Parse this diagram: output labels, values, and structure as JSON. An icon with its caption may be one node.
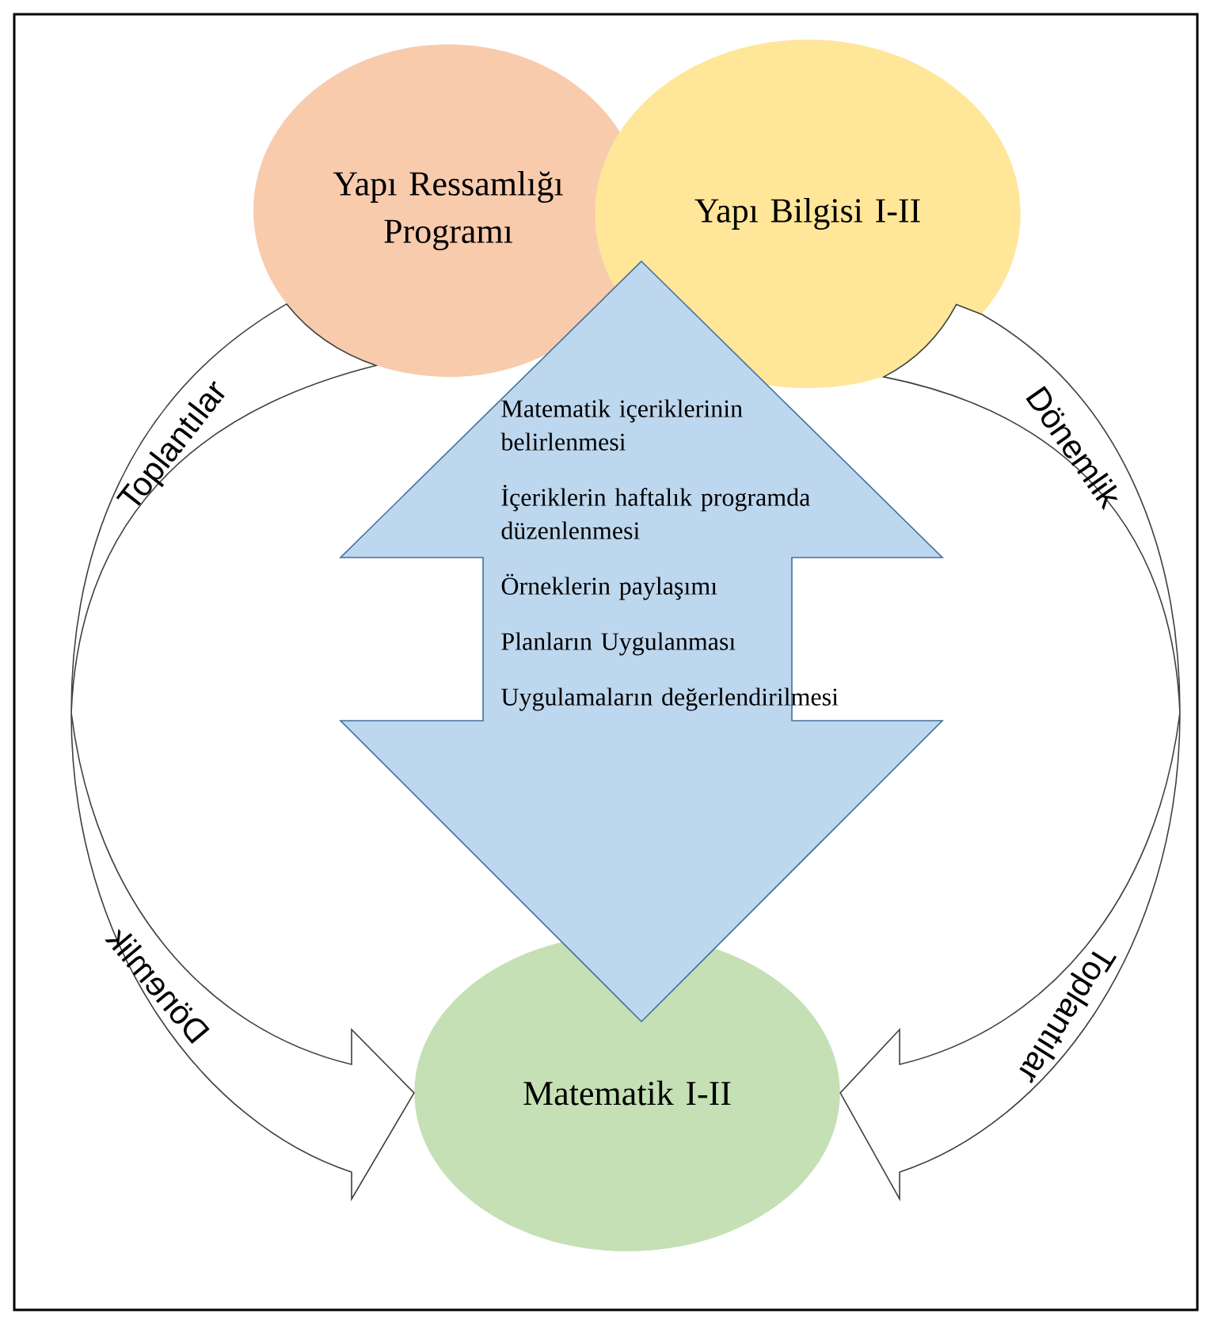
{
  "diagram": {
    "nodes": [
      {
        "text": [
          "Yapı Ressamlığı Programı"
        ]
      },
      {
        "text": [
          "Yapı Bilgisi I-II"
        ]
      },
      {
        "text": [
          "Matematik içeriklerinin belirlenmesi",
          "İçeriklerin haftalık programda düzenlenmesi",
          "Örneklerin paylaşımı",
          "Planların Uygulanması",
          "Uygulamaların değerlendirilmesi"
        ]
      },
      {
        "text": [
          "Matematik I-II"
        ]
      }
    ],
    "edges": [
      {
        "from": 0,
        "to": 3,
        "arrow": "to"
      },
      {
        "from": 1,
        "to": 3,
        "arrow": "to"
      }
    ],
    "labels": [
      "Toplantılar",
      "Dönemlik",
      "Dönemlik",
      "Toplantılar"
    ]
  }
}
